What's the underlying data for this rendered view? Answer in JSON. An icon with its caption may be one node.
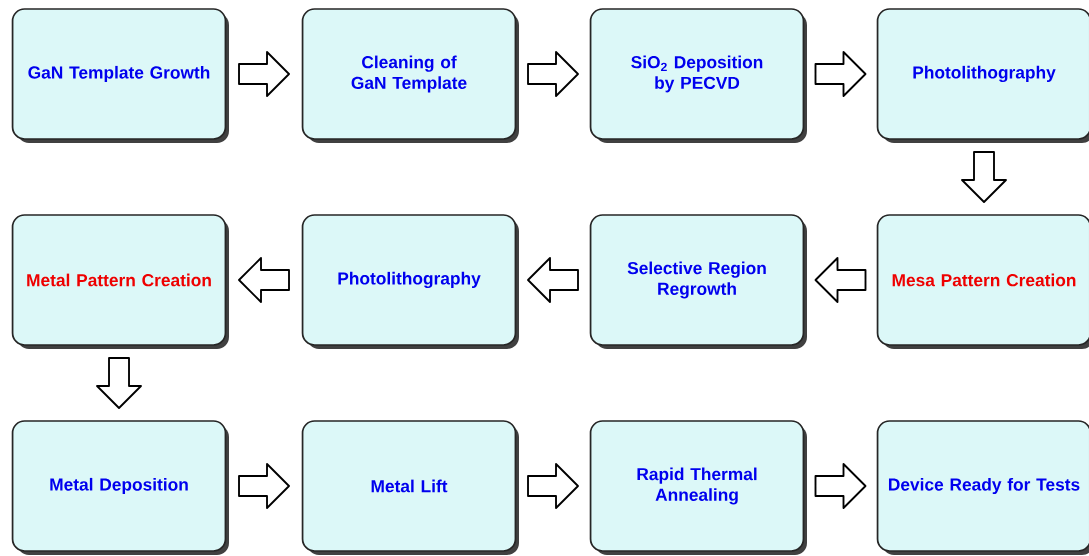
{
  "diagram": {
    "nodes": [
      {
        "text": [
          "GaN Template Growth"
        ]
      },
      {
        "text": [
          "Cleaning of GaN Template"
        ]
      },
      {
        "text": [
          "SiO$_{2}$ Deposition by PECVD"
        ]
      },
      {
        "text": [
          "Photolithography"
        ]
      },
      {
        "text": [
          "Mesa Pattern Creation"
        ]
      },
      {
        "text": [
          "Selective Region Regrowth"
        ]
      },
      {
        "text": [
          "Photolithography"
        ]
      },
      {
        "text": [
          "Metal Pattern Creation"
        ]
      },
      {
        "text": [
          "Metal Deposition"
        ]
      },
      {
        "text": [
          "Metal Lift"
        ]
      },
      {
        "text": [
          "Rapid Thermal Annealing"
        ]
      },
      {
        "text": [
          "Device Ready for Tests"
        ]
      }
    ],
    "edges": [
      {
        "from": 0,
        "to": 1,
        "arrow": "to"
      },
      {
        "from": 1,
        "to": 2,
        "arrow": "to"
      },
      {
        "from": 2,
        "to": 3,
        "arrow": "to"
      },
      {
        "from": 3,
        "to": 4,
        "arrow": "to"
      },
      {
        "from": 4,
        "to": 5,
        "arrow": "to"
      },
      {
        "from": 5,
        "to": 6,
        "arrow": "to"
      },
      {
        "from": 6,
        "to": 7,
        "arrow": "to"
      },
      {
        "from": 7,
        "to": 8,
        "arrow": "to"
      },
      {
        "from": 8,
        "to": 9,
        "arrow": "to"
      },
      {
        "from": 9,
        "to": 10,
        "arrow": "to"
      },
      {
        "from": 10,
        "to": 11,
        "arrow": "to"
      }
    ]
  }
}
